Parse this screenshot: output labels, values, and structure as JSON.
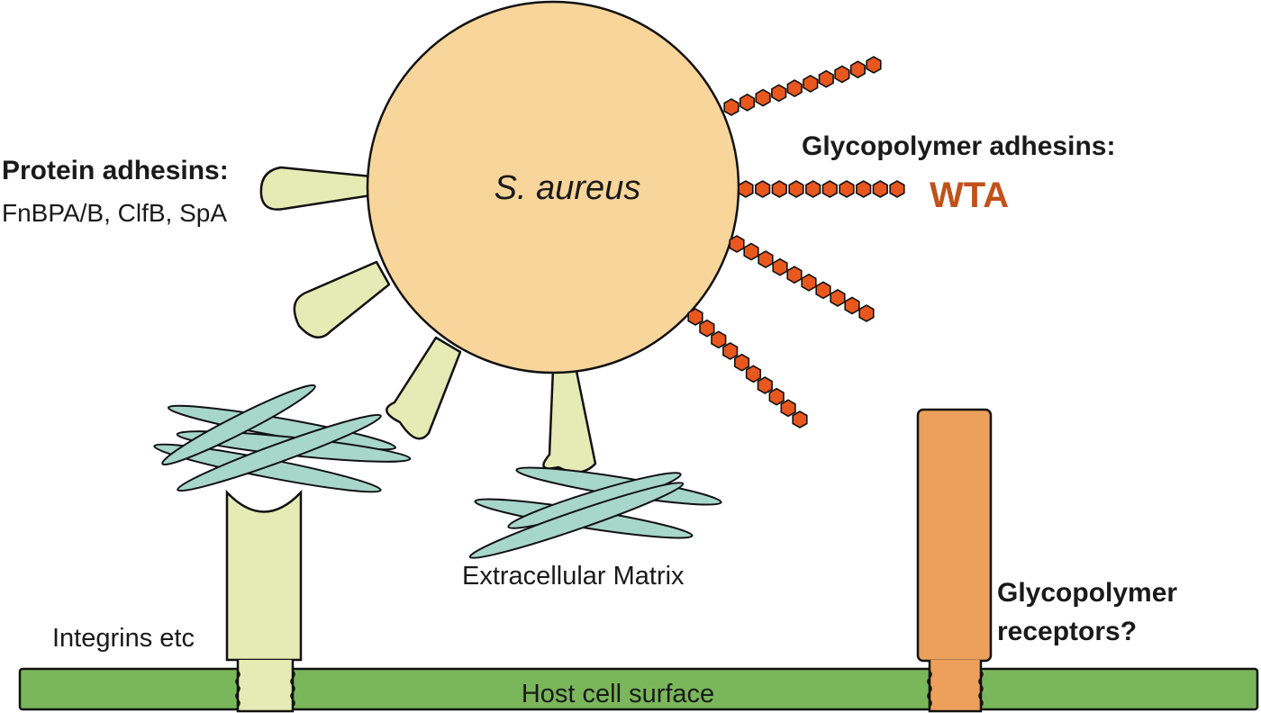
{
  "bacterium": {
    "name": "S. aureus"
  },
  "protein_adhesins": {
    "heading": "Protein adhesins:",
    "examples": "FnBPA/B, ClfB, SpA"
  },
  "glycopolymer_adhesins": {
    "heading": "Glycopolymer adhesins:",
    "type": "WTA"
  },
  "extracellular_matrix": {
    "label": "Extracellular Matrix"
  },
  "integrins": {
    "label": "Integrins etc"
  },
  "receptors": {
    "line1": "Glycopolymer",
    "line2": "receptors?"
  },
  "host_cell": {
    "label": "Host cell surface"
  },
  "colors": {
    "bacterium_fill": "#f8d59a",
    "adhesin_fill": "#e4ebb4",
    "matrix_fill": "#a7d6cb",
    "wta_fill": "#e8571e",
    "wta_label": "#c0521a",
    "receptor_fill": "#eda05b",
    "membrane_fill": "#79b75a"
  }
}
